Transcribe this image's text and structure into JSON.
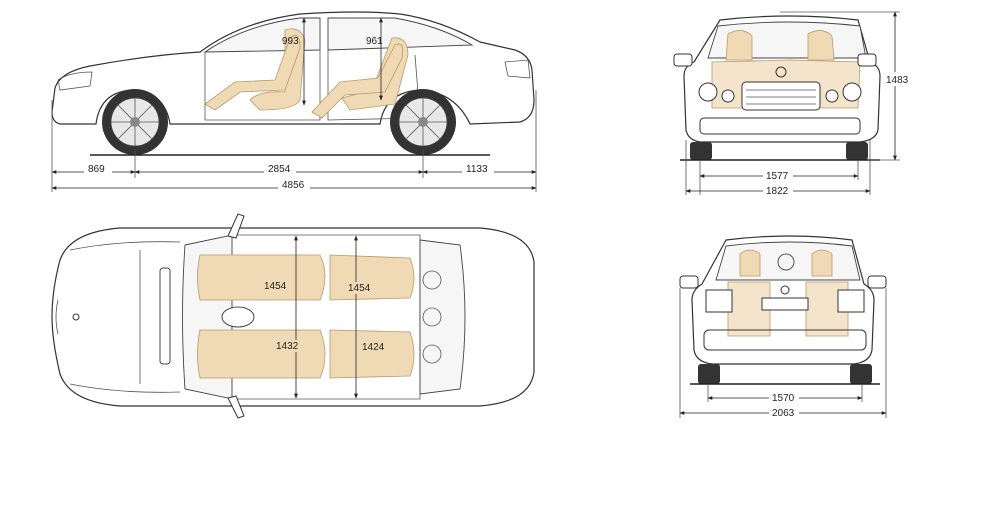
{
  "side_view": {
    "front_overhang": "869",
    "wheelbase": "2854",
    "rear_overhang": "1133",
    "overall_length": "4856",
    "front_headroom": "993",
    "rear_headroom": "961"
  },
  "front_view": {
    "height": "1483",
    "track_front": "1577",
    "width": "1822"
  },
  "top_view": {
    "front_shoulder_room": "1454",
    "rear_shoulder_room": "1454",
    "front_hip_room": "1432",
    "rear_hip_room": "1424"
  },
  "rear_view": {
    "track_rear": "1570",
    "width_with_mirrors": "2063"
  },
  "colors": {
    "seat": "#f0d9b5",
    "outline": "#333333"
  }
}
